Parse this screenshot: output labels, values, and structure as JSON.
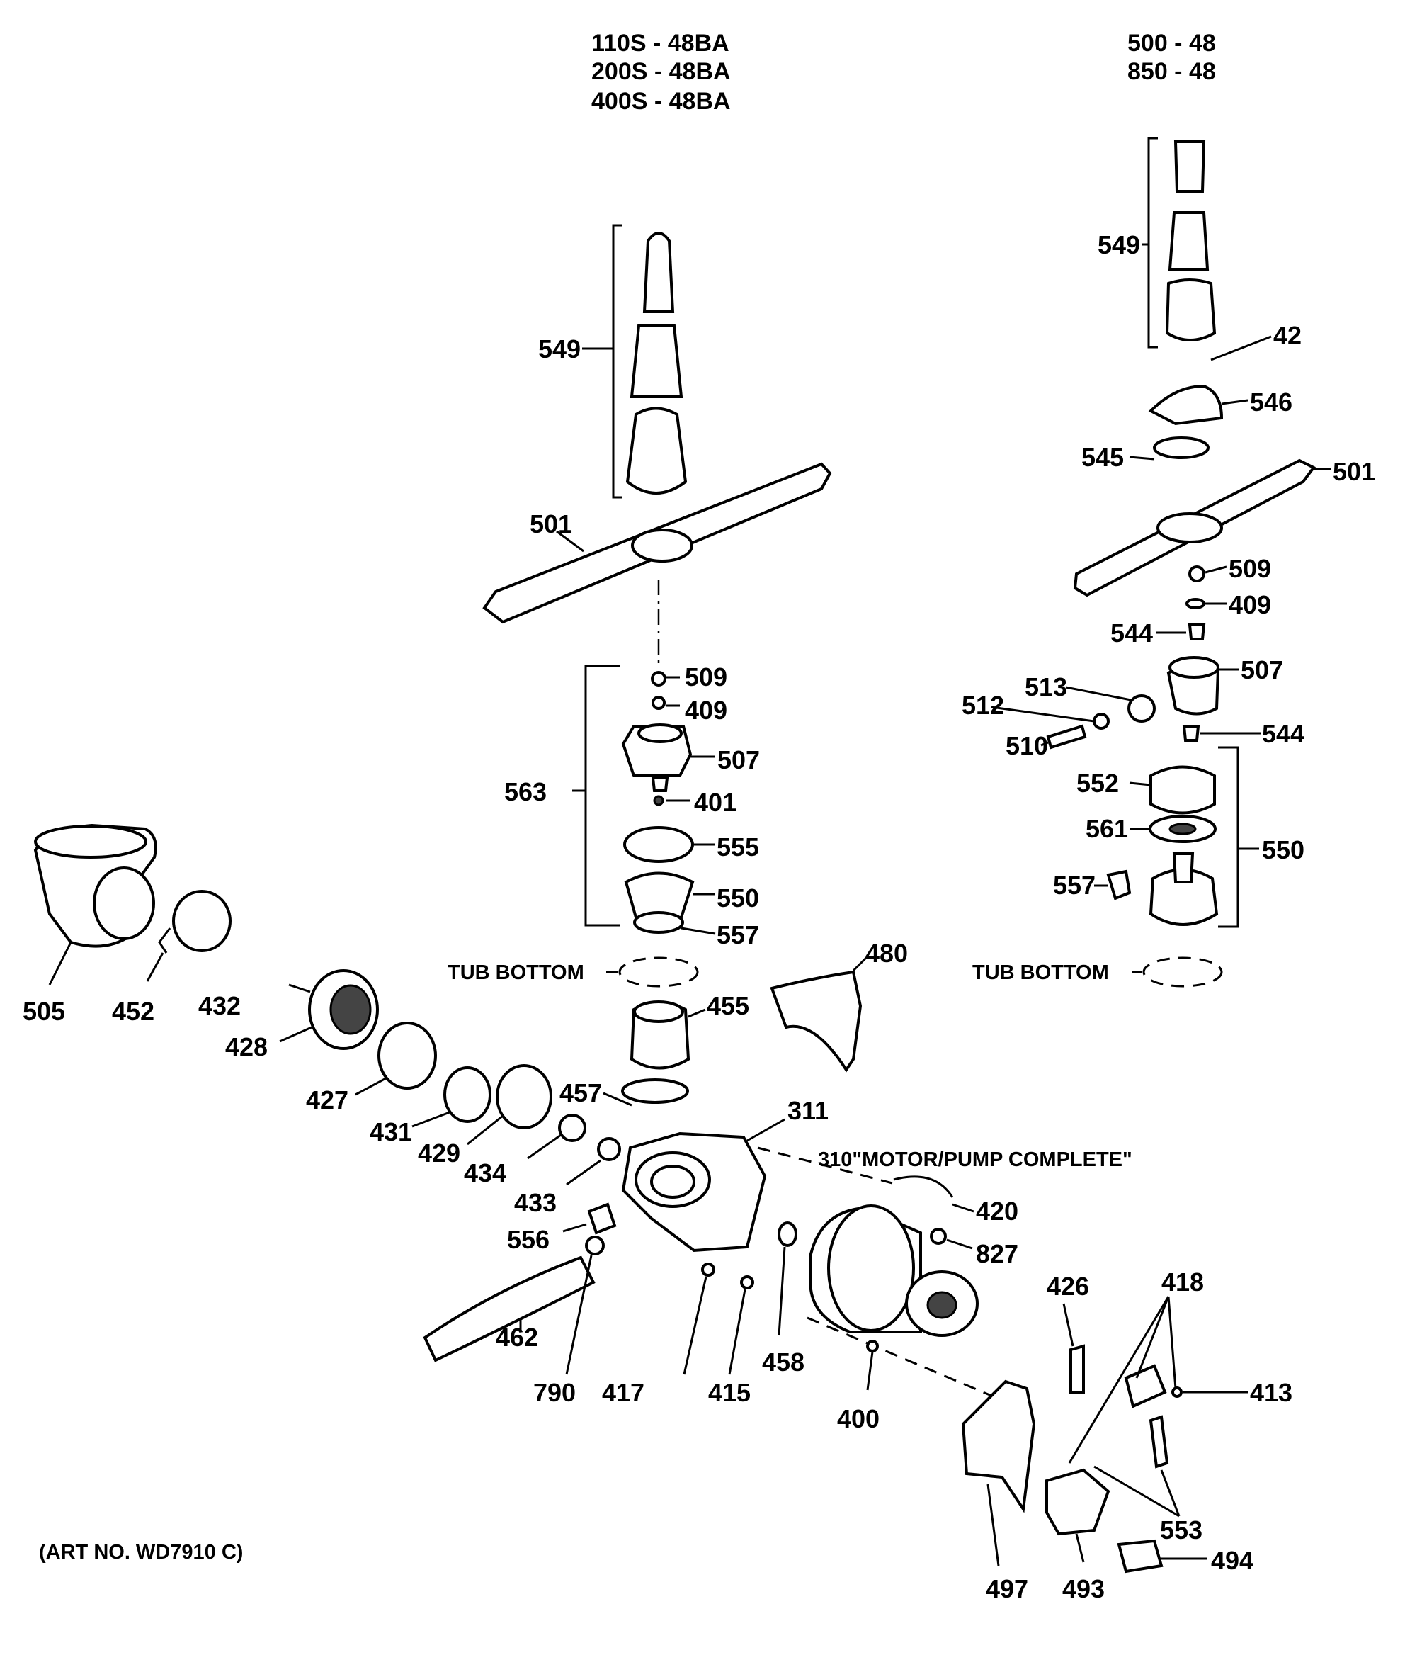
{
  "header_left": [
    "110S - 48BA",
    "200S - 48BA",
    "400S - 48BA"
  ],
  "header_right": [
    "500 - 48",
    "850 - 48"
  ],
  "tub_bottom_label": "TUB BOTTOM",
  "motor_pump_label": "310\"MOTOR/PUMP COMPLETE\"",
  "art_no": "(ART NO. WD7910 C)",
  "callouts": {
    "l549": "549",
    "l501": "501",
    "l509": "509",
    "l409": "409",
    "l507": "507",
    "l563": "563",
    "l401": "401",
    "l555": "555",
    "l550": "550",
    "l557": "557",
    "l480": "480",
    "l455": "455",
    "l457": "457",
    "l311": "311",
    "l505": "505",
    "l452": "452",
    "l432": "432",
    "l428": "428",
    "l427": "427",
    "l431": "431",
    "l429": "429",
    "l434": "434",
    "l433": "433",
    "l556": "556",
    "l462": "462",
    "l790": "790",
    "l417": "417",
    "l415": "415",
    "l458": "458",
    "l400": "400",
    "l420": "420",
    "l827": "827",
    "l426": "426",
    "l418": "418",
    "l413": "413",
    "l553": "553",
    "l497": "497",
    "l493": "493",
    "l494": "494",
    "r549": "549",
    "r42": "42",
    "r546": "546",
    "r545": "545",
    "r501": "501",
    "r509": "509",
    "r409": "409",
    "r544a": "544",
    "r507": "507",
    "r513": "513",
    "r512": "512",
    "r510": "510",
    "r544b": "544",
    "r552": "552",
    "r561": "561",
    "r550": "550",
    "r557": "557"
  }
}
